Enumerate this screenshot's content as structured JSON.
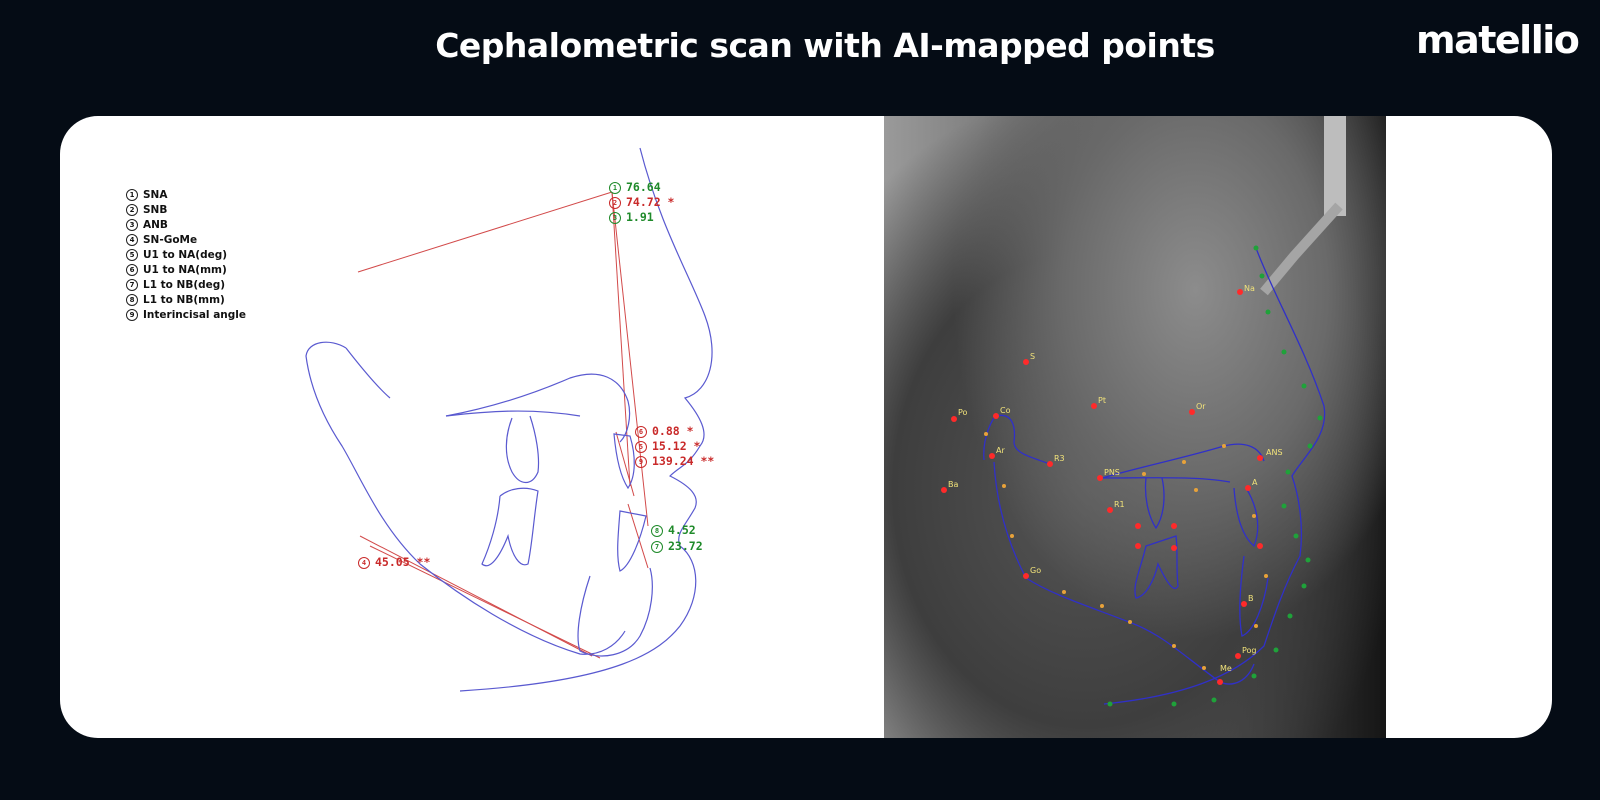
{
  "title": "Cephalometric scan with AI-mapped points",
  "logo": "matellio",
  "legend": [
    {
      "num": "1",
      "label": "SNA"
    },
    {
      "num": "2",
      "label": "SNB"
    },
    {
      "num": "3",
      "label": "ANB"
    },
    {
      "num": "4",
      "label": "SN-GoMe"
    },
    {
      "num": "5",
      "label": "U1 to NA(deg)"
    },
    {
      "num": "6",
      "label": "U1 to NA(mm)"
    },
    {
      "num": "7",
      "label": "L1 to NB(deg)"
    },
    {
      "num": "8",
      "label": "L1 to NB(mm)"
    },
    {
      "num": "9",
      "label": "Interincisal angle"
    }
  ],
  "measurements": [
    {
      "num": "1",
      "value": "76.64",
      "status": "normal"
    },
    {
      "num": "2",
      "value": "74.72 *",
      "status": "abnormal"
    },
    {
      "num": "3",
      "value": "1.91",
      "status": "normal"
    },
    {
      "num": "6",
      "value": "0.88 *",
      "status": "abnormal"
    },
    {
      "num": "5",
      "value": "15.12 *",
      "status": "abnormal"
    },
    {
      "num": "9",
      "value": "139.24 **",
      "status": "abnormal"
    },
    {
      "num": "8",
      "value": "4.52",
      "status": "normal"
    },
    {
      "num": "7",
      "value": "23.72",
      "status": "normal"
    },
    {
      "num": "4",
      "value": "45.05 **",
      "status": "abnormal"
    }
  ],
  "landmarks": [
    "Na",
    "S",
    "Po",
    "Co",
    "Pt",
    "Or",
    "Ar",
    "R3",
    "ANS",
    "PNS",
    "A",
    "Ba",
    "R1",
    "Go",
    "B",
    "Pog",
    "Me"
  ],
  "colors": {
    "normal": "#1f8a2a",
    "abnormal": "#c92a2a",
    "tracing": "#5a5ad0",
    "reference_line": "#d24a4a"
  }
}
